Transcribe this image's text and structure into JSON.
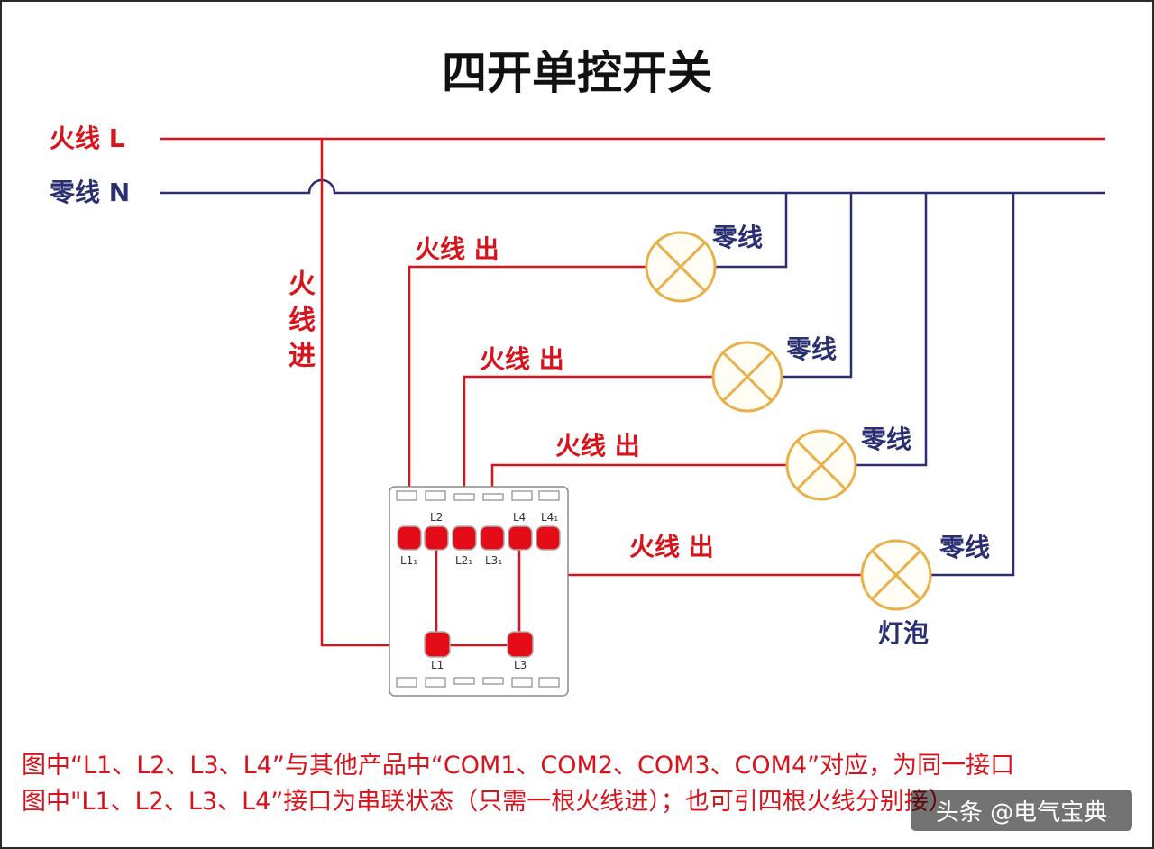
{
  "title": "四开单控开关",
  "lines": {
    "live_label": "火线 L",
    "neutral_label": "零线 N",
    "live_in_label": "火线进"
  },
  "circuits": [
    {
      "live_out_label": "火线 出",
      "neutral_label": "零线"
    },
    {
      "live_out_label": "火线 出",
      "neutral_label": "零线"
    },
    {
      "live_out_label": "火线 出",
      "neutral_label": "零线"
    },
    {
      "live_out_label": "火线 出",
      "neutral_label": "零线"
    }
  ],
  "bulb_label": "灯泡",
  "switch": {
    "top_terminals": [
      "L1",
      "L2",
      "L2",
      "L3",
      "L4",
      "L4"
    ],
    "top_labels": [
      "L1₁",
      "L2",
      "L2₁",
      "L3₁",
      "L4",
      "L4₁"
    ],
    "bottom_labels": [
      "L1",
      "L3"
    ]
  },
  "notes": [
    "图中“L1、L2、L3、L4”与其他产品中“COM1、COM2、COM3、COM4”对应，为同一接口",
    "图中\"L1、L2、L3、L4”接口为串联状态（只需一根火线进）；也可引四根火线分别接）"
  ],
  "watermark": "头条 @电气宝典",
  "colors": {
    "live": "#d8131b",
    "neutral": "#2a2e72",
    "bulb_stroke": "#e8b04a",
    "bulb_fill": "#fffdf4",
    "terminal": "#e40c16",
    "border": "#2b2b2b"
  }
}
